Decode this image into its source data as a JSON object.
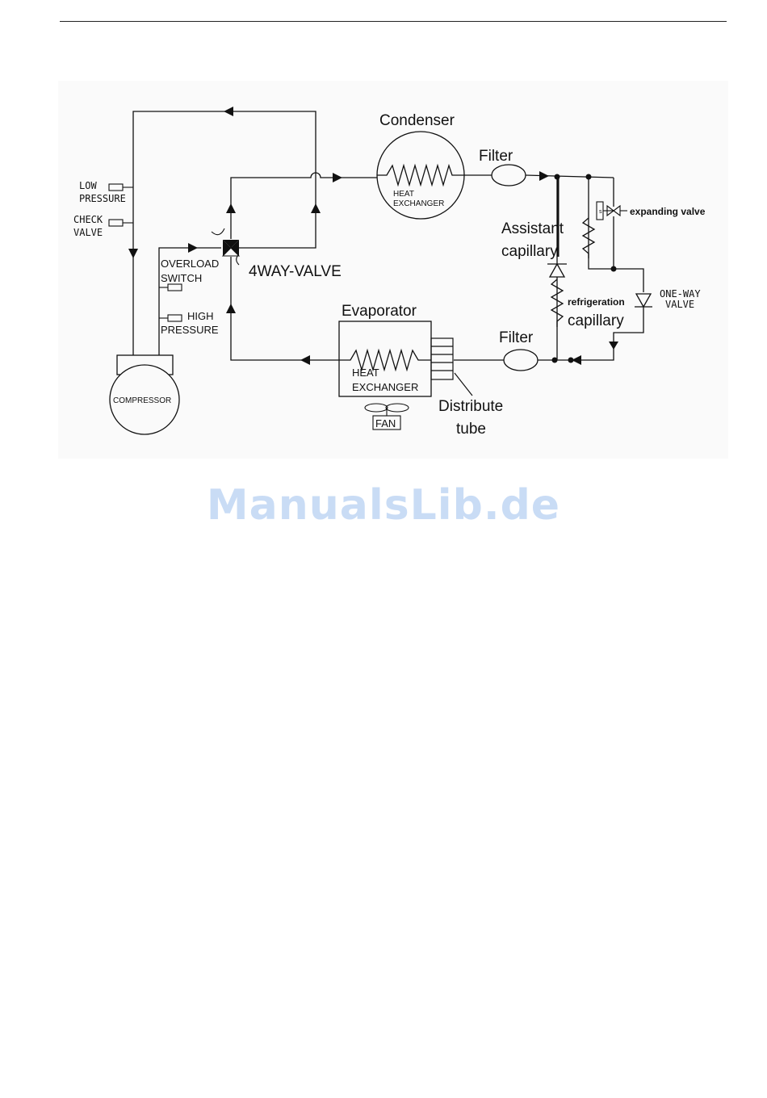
{
  "labels": {
    "condenser": "Condenser",
    "filter_top": "Filter",
    "filter_bottom": "Filter",
    "heat_exchanger_top_1": "HEAT",
    "heat_exchanger_top_2": "EXCHANGER",
    "heat_exchanger_bottom_1": "HEAT",
    "heat_exchanger_bottom_2": "EXCHANGER",
    "assistant_capillary_1": "Assistant",
    "assistant_capillary_2": "capillary",
    "expanding_valve": "expanding valve",
    "one_way_valve_1": "ONE-WAY",
    "one_way_valve_2": "VALVE",
    "refrigeration_capillary_1": "refrigeration",
    "refrigeration_capillary_2": "capillary",
    "evaporator": "Evaporator",
    "distribute_tube_1": "Distribute",
    "distribute_tube_2": "tube",
    "fan": "FAN",
    "four_way_valve": "4WAY-VALVE",
    "low_pressure_1": "LOW",
    "low_pressure_2": "PRESSURE",
    "check_valve_1": "CHECK",
    "check_valve_2": "VALVE",
    "overload_switch_1": "OVERLOAD",
    "overload_switch_2": "SWITCH",
    "high_pressure_1": "HIGH",
    "high_pressure_2": "PRESSURE",
    "compressor": "COMPRESSOR"
  },
  "watermark": "ManualsLib.de"
}
